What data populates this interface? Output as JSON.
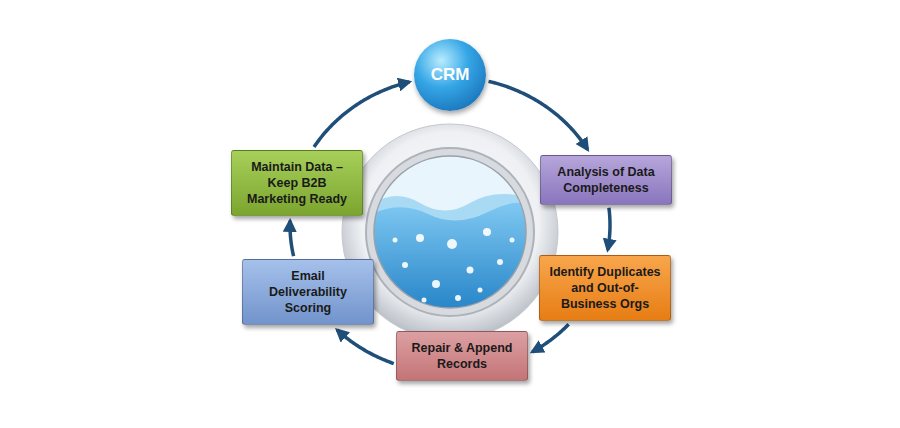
{
  "diagram": {
    "nodes": [
      {
        "text": [
          "CRM"
        ]
      },
      {
        "text": [
          "Analysis of Data Completeness"
        ]
      },
      {
        "text": [
          "Identify Duplicates and Out-of-Business Orgs"
        ]
      },
      {
        "text": [
          "Repair & Append Records"
        ]
      },
      {
        "text": [
          "Email Deliverability Scoring"
        ]
      },
      {
        "text": [
          "Maintain Data – Keep B2B Marketing Ready"
        ]
      }
    ],
    "edges": [
      {
        "from": 0,
        "to": 1,
        "arrow": "to"
      },
      {
        "from": 1,
        "to": 2,
        "arrow": "to"
      },
      {
        "from": 2,
        "to": 3,
        "arrow": "to"
      },
      {
        "from": 3,
        "to": 4,
        "arrow": "to"
      },
      {
        "from": 4,
        "to": 5,
        "arrow": "to"
      },
      {
        "from": 5,
        "to": 0,
        "arrow": "to"
      }
    ]
  }
}
